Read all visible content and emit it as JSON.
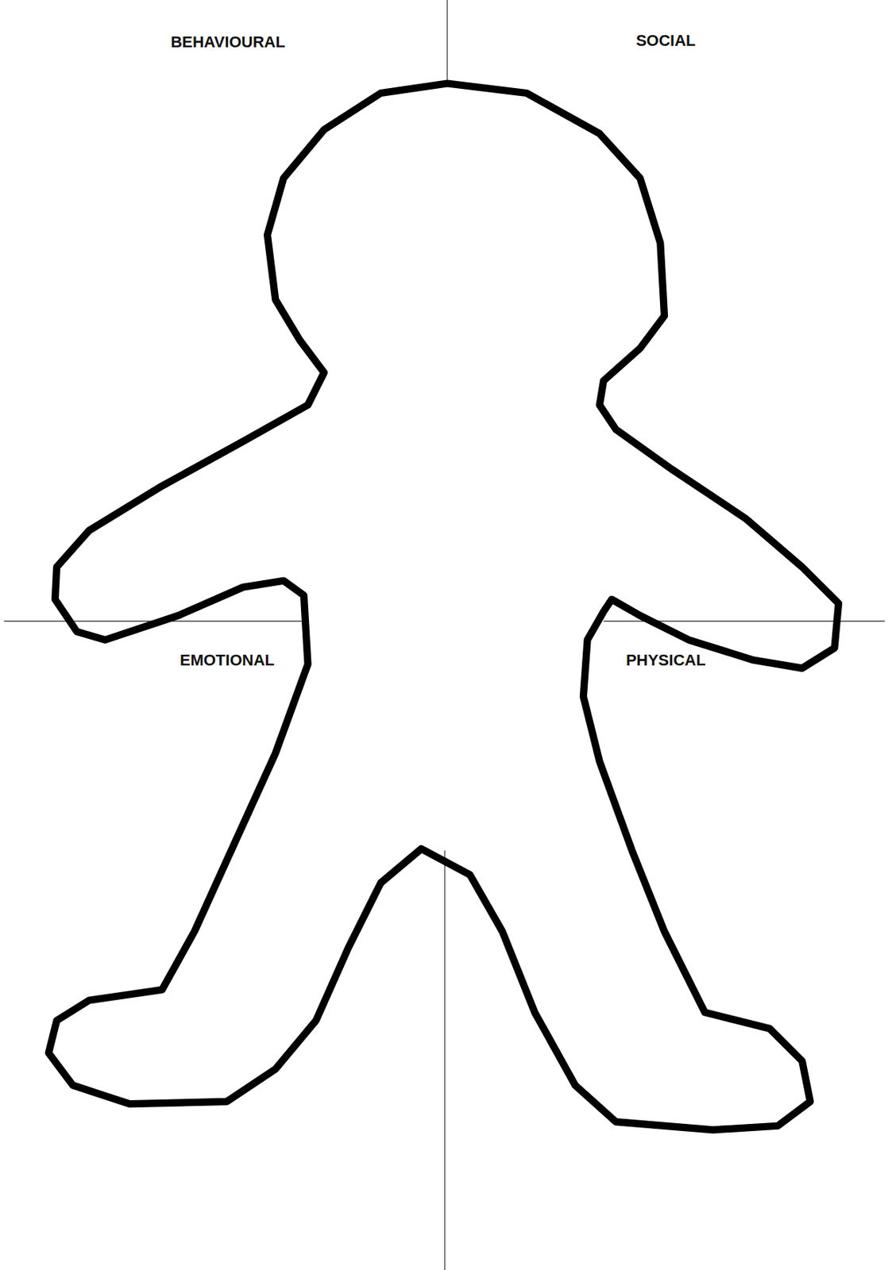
{
  "diagram": {
    "labels": [
      "BEHAVIOURAL",
      "SOCIAL",
      "EMOTIONAL",
      "PHYSICAL"
    ]
  }
}
